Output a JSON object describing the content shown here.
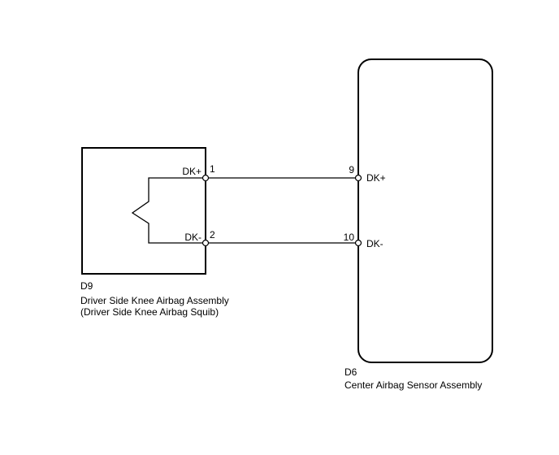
{
  "left_component": {
    "code": "D9",
    "name": "Driver Side Knee Airbag Assembly",
    "subname": "(Driver Side Knee Airbag Squib)",
    "pins": [
      {
        "signal": "DK+",
        "number": "1"
      },
      {
        "signal": "DK-",
        "number": "2"
      }
    ]
  },
  "right_component": {
    "code": "D6",
    "name": "Center Airbag Sensor Assembly",
    "pins": [
      {
        "signal": "DK+",
        "number": "9"
      },
      {
        "signal": "DK-",
        "number": "10"
      }
    ]
  },
  "colors": {
    "line": "#000000",
    "background": "#ffffff"
  }
}
